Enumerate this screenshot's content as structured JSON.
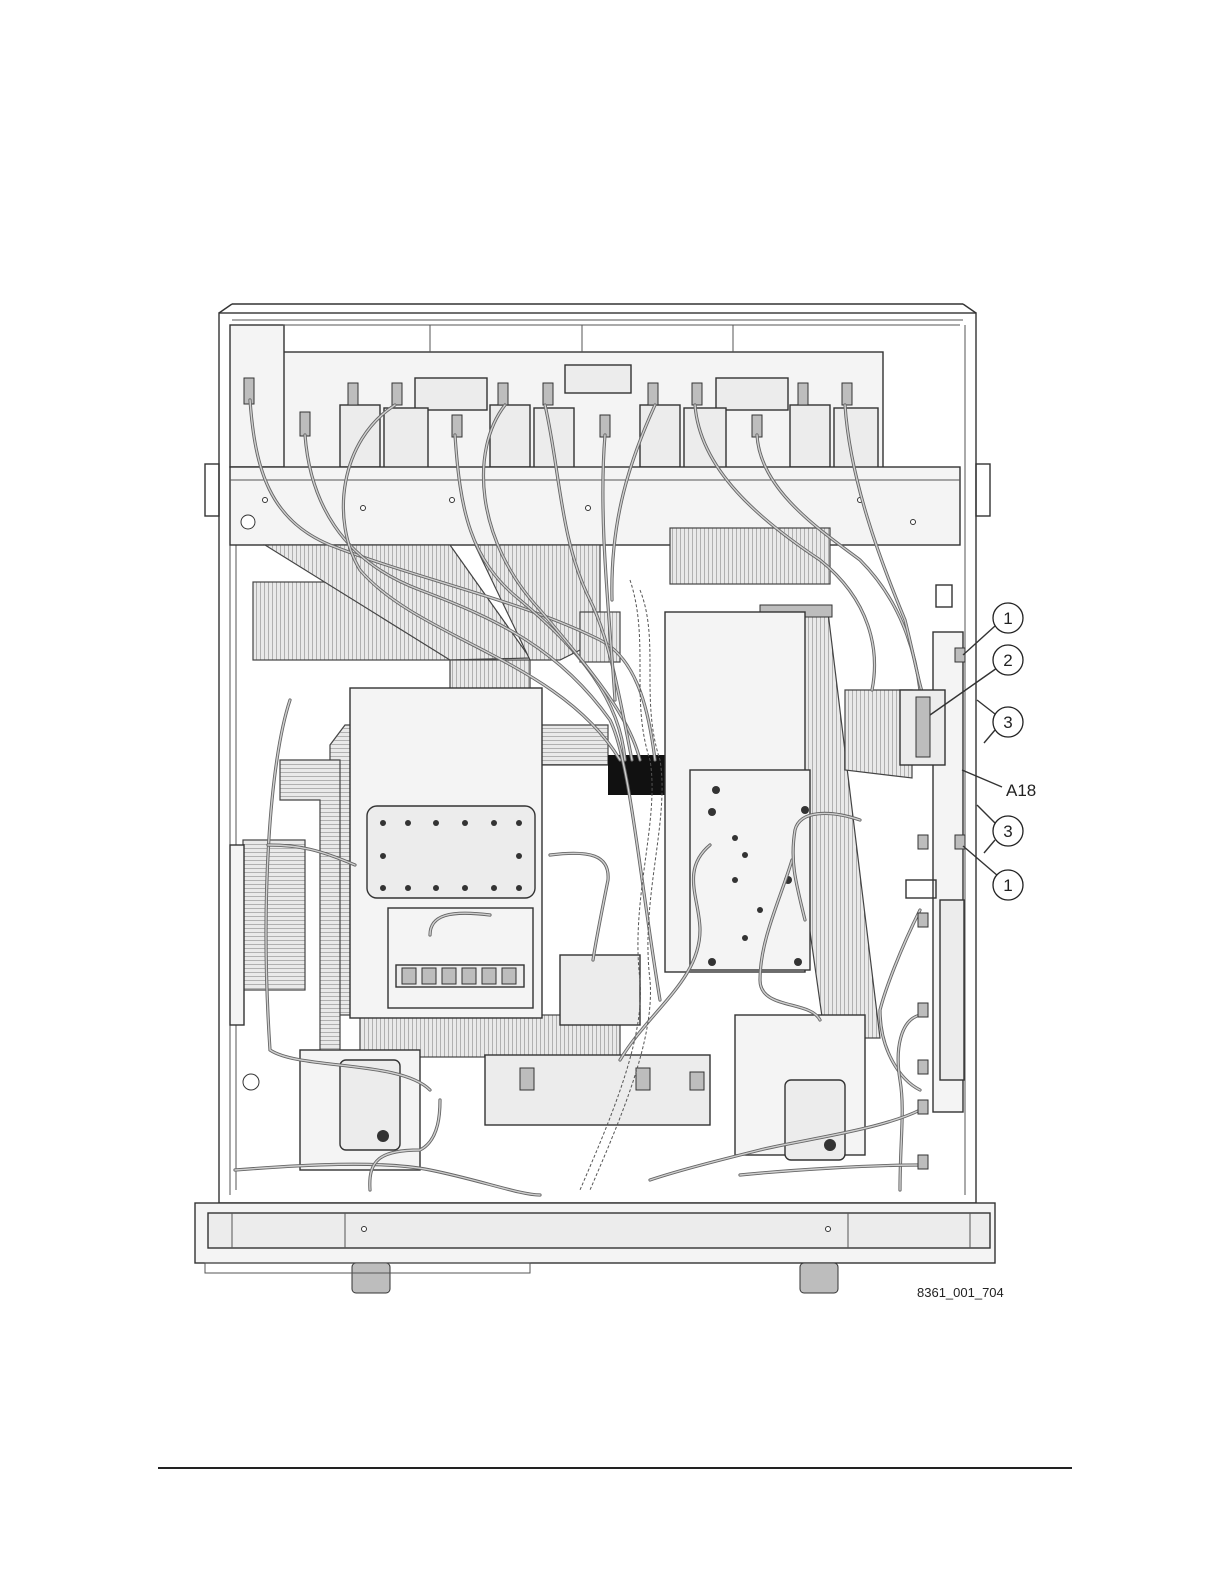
{
  "figure": {
    "figure_id": "8361_001_704",
    "callouts": [
      {
        "label": "1"
      },
      {
        "label": "2"
      },
      {
        "label": "3"
      },
      {
        "label": "A18"
      },
      {
        "label": "3"
      },
      {
        "label": "1"
      }
    ]
  }
}
